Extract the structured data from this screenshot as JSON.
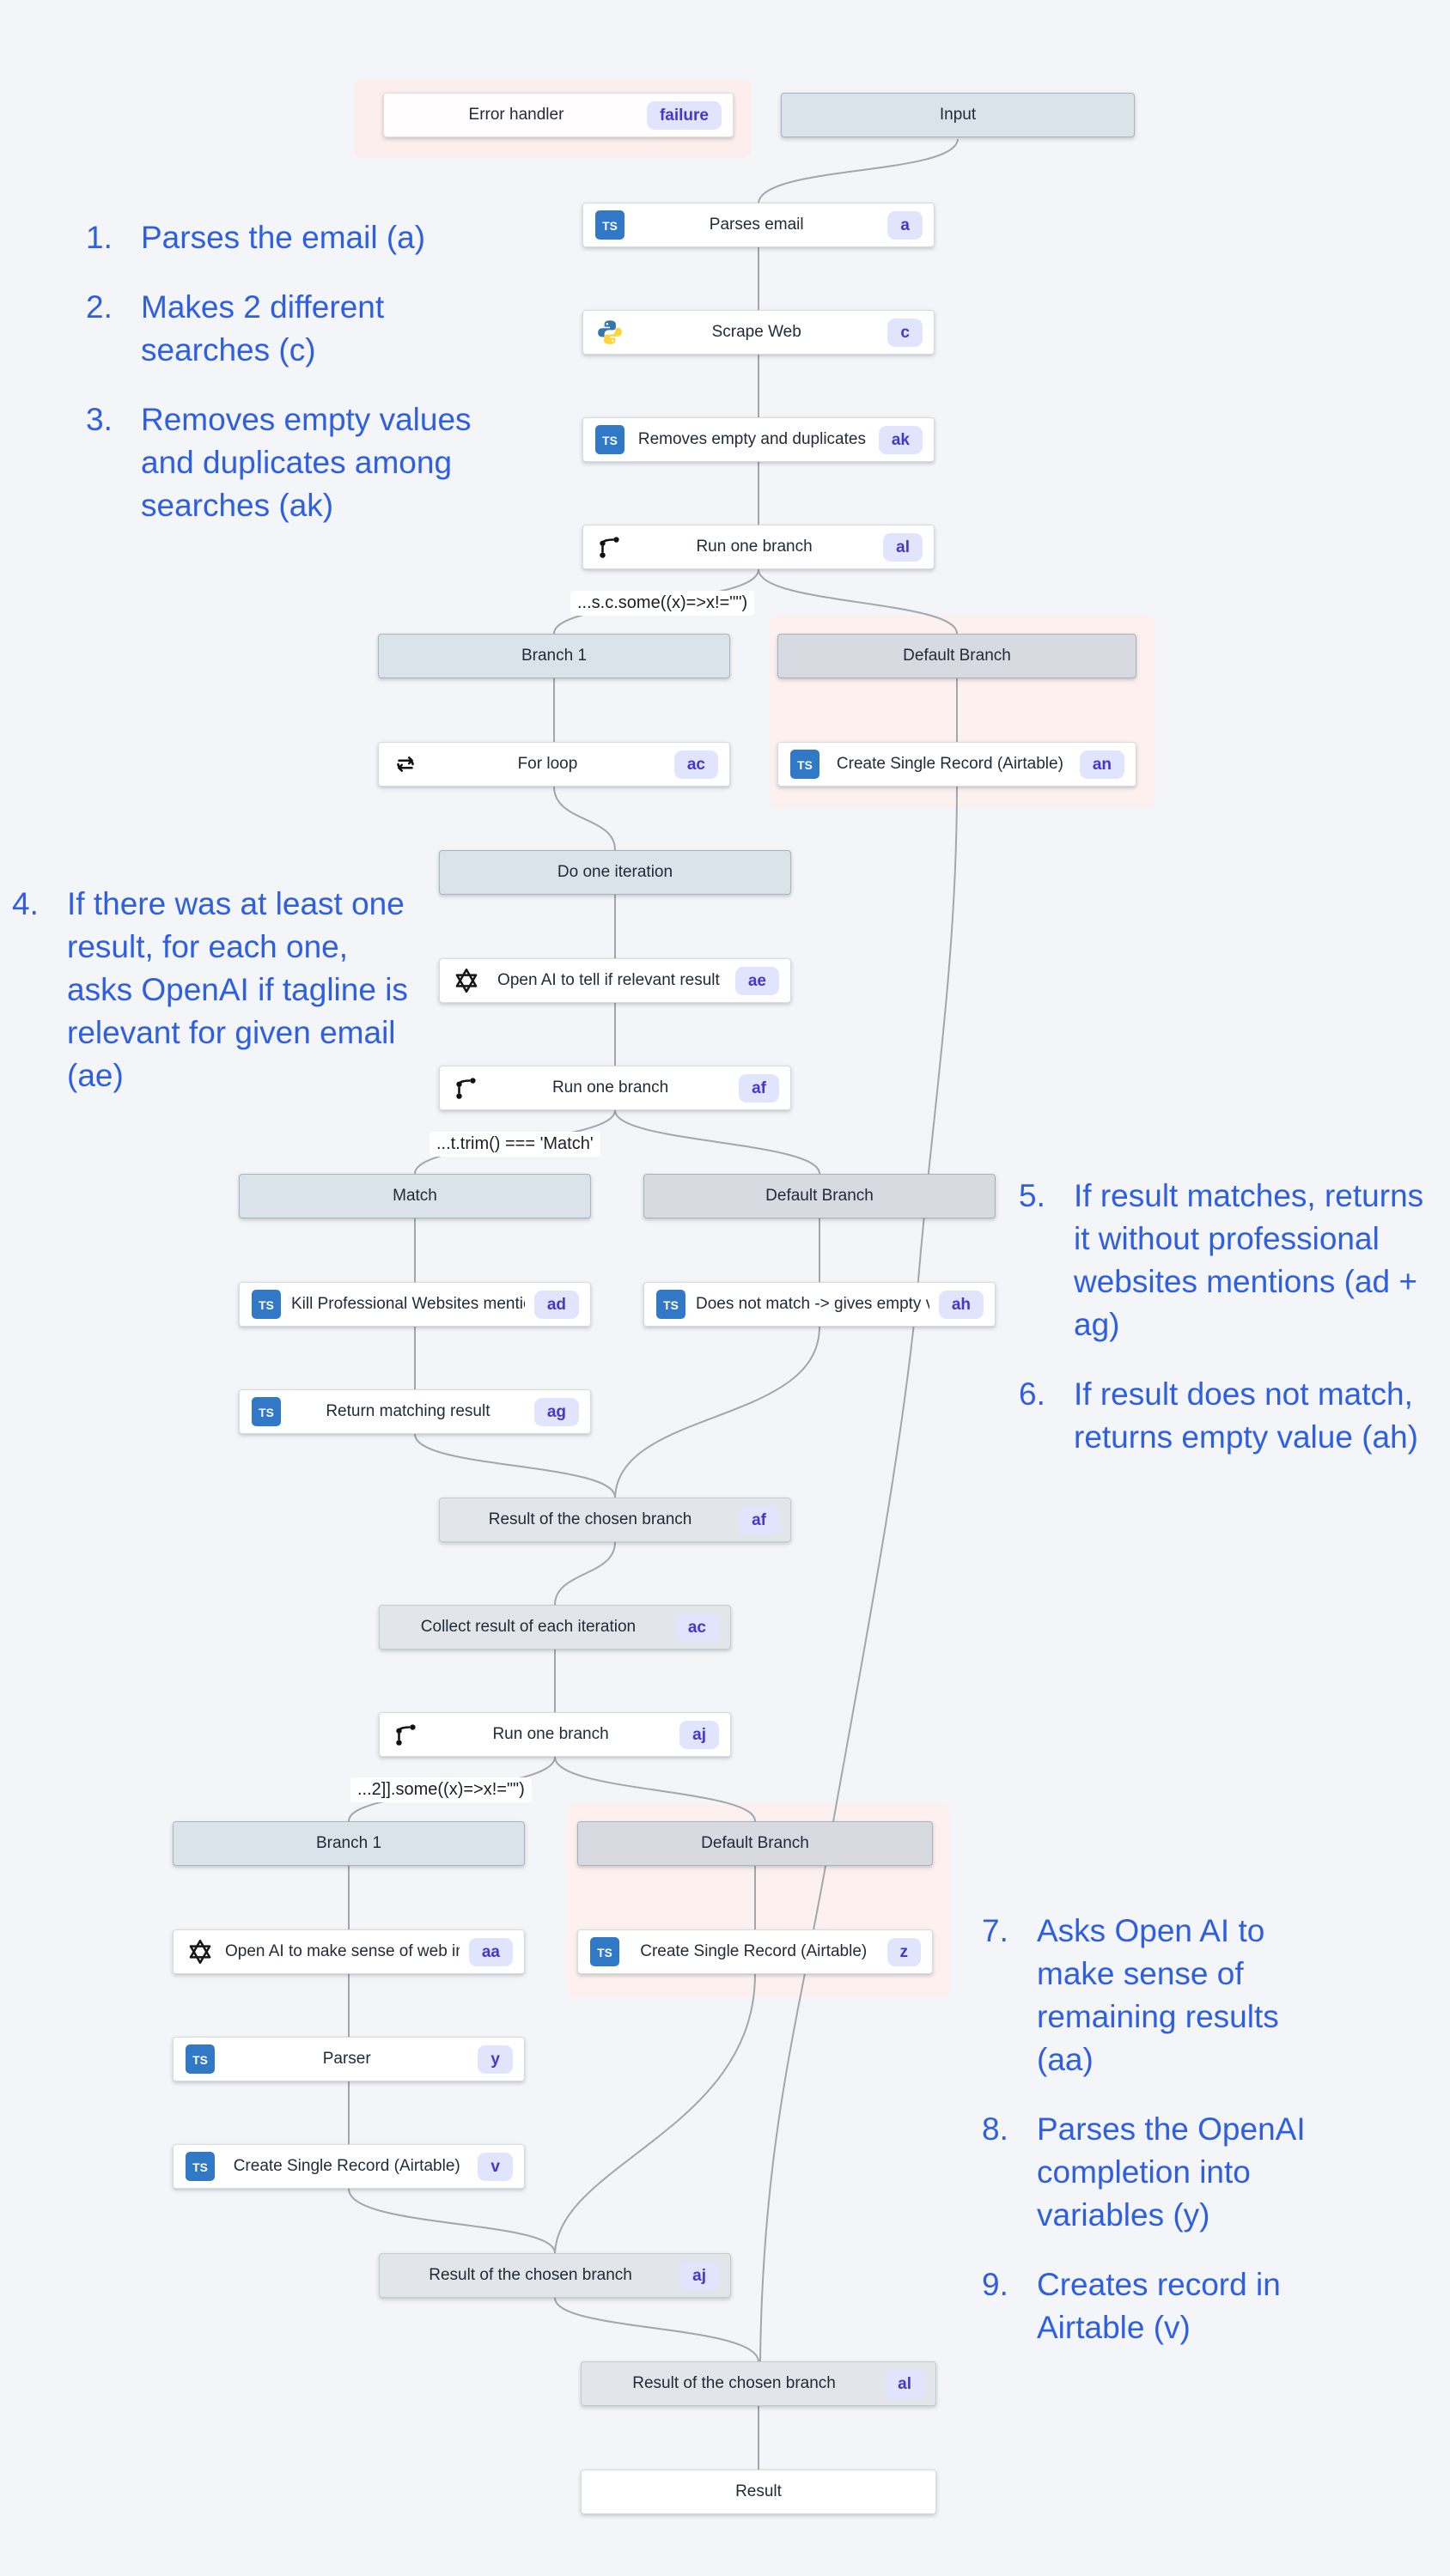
{
  "error_handler": {
    "label": "Error handler",
    "badge": "failure"
  },
  "conditions": [
    "...s.c.some((x)=>x!=\"\")",
    "...t.trim() === 'Match'",
    "...2]].some((x)=>x!=\"\")"
  ],
  "nodes": {
    "input": {
      "label": "Input"
    },
    "parses": {
      "label": "Parses email",
      "badge": "a"
    },
    "scrape": {
      "label": "Scrape Web",
      "badge": "c"
    },
    "removes": {
      "label": "Removes empty and duplicates",
      "badge": "ak"
    },
    "run_al": {
      "label": "Run one branch",
      "badge": "al"
    },
    "branch1_a": {
      "label": "Branch 1"
    },
    "default_a": {
      "label": "Default Branch"
    },
    "forloop": {
      "label": "For loop",
      "badge": "ac"
    },
    "create_an": {
      "label": "Create Single Record (Airtable)",
      "badge": "an"
    },
    "do_one": {
      "label": "Do one iteration"
    },
    "openai_ae": {
      "label": "Open AI to tell if relevant result",
      "badge": "ae"
    },
    "run_af": {
      "label": "Run one branch",
      "badge": "af"
    },
    "match": {
      "label": "Match"
    },
    "default_b": {
      "label": "Default Branch"
    },
    "kill_ad": {
      "label": "Kill Professional Websites mentions",
      "badge": "ad"
    },
    "does_ah": {
      "label": "Does not match -> gives empty value",
      "badge": "ah"
    },
    "return_ag": {
      "label": "Return matching result",
      "badge": "ag"
    },
    "result_af": {
      "label": "Result of the chosen branch",
      "badge": "af"
    },
    "collect_ac": {
      "label": "Collect result of each iteration",
      "badge": "ac"
    },
    "run_aj": {
      "label": "Run one branch",
      "badge": "aj"
    },
    "branch1_b": {
      "label": "Branch 1"
    },
    "default_c": {
      "label": "Default Branch"
    },
    "openai_aa": {
      "label": "Open AI to make sense of web info",
      "badge": "aa"
    },
    "create_z": {
      "label": "Create Single Record (Airtable)",
      "badge": "z"
    },
    "parser_y": {
      "label": "Parser",
      "badge": "y"
    },
    "create_v": {
      "label": "Create Single Record (Airtable)",
      "badge": "v"
    },
    "result_aj": {
      "label": "Result of the chosen branch",
      "badge": "aj"
    },
    "result_al": {
      "label": "Result of the chosen branch",
      "badge": "al"
    },
    "result_final": {
      "label": "Result"
    }
  },
  "annotations": [
    {
      "num": "1.",
      "text": "Parses the email (a)"
    },
    {
      "num": "2.",
      "text": "Makes 2 different searches (c)"
    },
    {
      "num": "3.",
      "text": "Removes empty values and duplicates among searches (ak)"
    },
    {
      "num": "4.",
      "text": "If there was at least one result, for each one, asks OpenAI if tagline is relevant for given email (ae)"
    },
    {
      "num": "5.",
      "text": "If result matches, returns it without professional websites mentions (ad + ag)"
    },
    {
      "num": "6.",
      "text": "If result does not match, returns empty value (ah)"
    },
    {
      "num": "7.",
      "text": "Asks Open AI to make sense of remaining results (aa)"
    },
    {
      "num": "8.",
      "text": "Parses the OpenAI completion into variables (y)"
    },
    {
      "num": "9.",
      "text": "Creates record in Airtable (v)"
    }
  ],
  "colors": {
    "annotation_blue": "#2e5fe2",
    "badge_bg": "#e0e4fc",
    "badge_text": "#4438c9",
    "ts_blue": "#3178c6",
    "header_fill": "#dbe3ea",
    "header_gray_fill": "#d7dae1",
    "result_fill": "#e2e5e9",
    "pink_highlight": "#fbeeec",
    "wire": "#a2a7ad",
    "background": "#f3f5f8"
  }
}
